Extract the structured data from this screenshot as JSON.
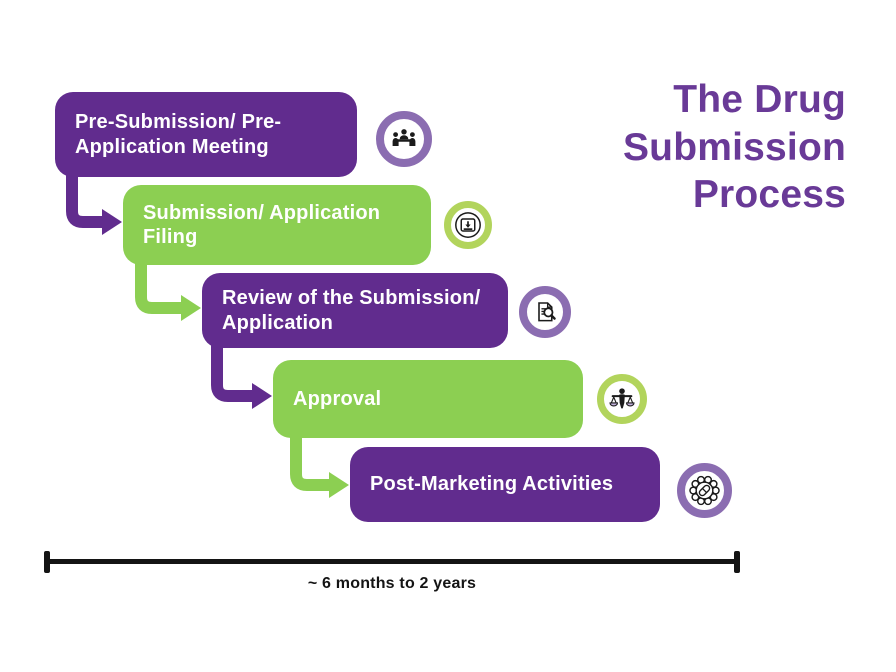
{
  "title": {
    "line1": "The Drug",
    "line2": "Submission",
    "line3": "Process"
  },
  "steps": [
    {
      "label": "Pre-Submission/ Pre-Application Meeting",
      "color": "#612c8e",
      "icon": "meeting-icon"
    },
    {
      "label": "Submission/ Application Filing",
      "color": "#8ccf52",
      "icon": "document-submit-icon"
    },
    {
      "label": "Review of the Submission/ Application",
      "color": "#612c8e",
      "icon": "document-search-icon"
    },
    {
      "label": "Approval",
      "color": "#8ccf52",
      "icon": "justice-scales-icon"
    },
    {
      "label": "Post-Marketing Activities",
      "color": "#612c8e",
      "icon": "gear-capsule-icon"
    }
  ],
  "timeline": {
    "label": "~ 6 months to 2 years"
  },
  "colors": {
    "box_purple": "#612c8e",
    "box_green": "#8ccf52",
    "ring_purple": "#8b6db1",
    "ring_green": "#b2d45c",
    "title_purple": "#693a97",
    "glyph_black": "#1b1b1b",
    "scale_pan_purple": "#c3b1dd",
    "timeline_black": "#141414",
    "background": "#ffffff"
  }
}
